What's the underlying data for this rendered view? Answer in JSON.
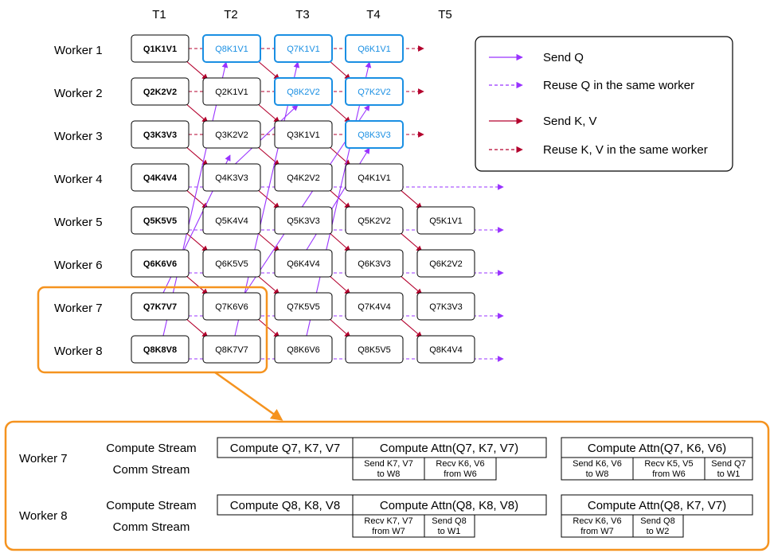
{
  "columns": [
    "T1",
    "T2",
    "T3",
    "T4",
    "T5"
  ],
  "workers": [
    "Worker 1",
    "Worker 2",
    "Worker 3",
    "Worker 4",
    "Worker 5",
    "Worker 6",
    "Worker 7",
    "Worker 8"
  ],
  "grid": [
    [
      "Q1K1V1",
      "Q8K1V1",
      "Q7K1V1",
      "Q6K1V1",
      ""
    ],
    [
      "Q2K2V2",
      "Q2K1V1",
      "Q8K2V2",
      "Q7K2V2",
      ""
    ],
    [
      "Q3K3V3",
      "Q3K2V2",
      "Q3K1V1",
      "Q8K3V3",
      ""
    ],
    [
      "Q4K4V4",
      "Q4K3V3",
      "Q4K2V2",
      "Q4K1V1",
      ""
    ],
    [
      "Q5K5V5",
      "Q5K4V4",
      "Q5K3V3",
      "Q5K2V2",
      "Q5K1V1"
    ],
    [
      "Q6K6V6",
      "Q6K5V5",
      "Q6K4V4",
      "Q6K3V3",
      "Q6K2V2"
    ],
    [
      "Q7K7V7",
      "Q7K6V6",
      "Q7K5V5",
      "Q7K4V4",
      "Q7K3V3"
    ],
    [
      "Q8K8V8",
      "Q8K7V7",
      "Q8K6V6",
      "Q8K5V5",
      "Q8K4V4"
    ]
  ],
  "colors": {
    "blue": "#1a8fe3",
    "purple": "#9933ff",
    "red": "#b3002d",
    "orange": "#f5931f"
  },
  "legend": {
    "send_q": "Send Q",
    "reuse_q": "Reuse Q in the same worker",
    "send_kv": "Send K, V",
    "reuse_kv": "Reuse K, V in the same worker"
  },
  "detail": {
    "worker7": {
      "label": "Worker 7",
      "compute_label": "Compute Stream",
      "comm_label": "Comm Stream",
      "compute": [
        "Compute Q7, K7, V7",
        "Compute Attn(Q7, K7, V7)",
        "Compute Attn(Q7, K6, V6)"
      ],
      "comm": [
        [
          "Send K7, V7",
          "to W8"
        ],
        [
          "Recv K6, V6",
          "from W6"
        ],
        [
          "Send K6, V6",
          "to W8"
        ],
        [
          "Recv K5, V5",
          "from W6"
        ],
        [
          "Send Q7",
          "to W1"
        ]
      ]
    },
    "worker8": {
      "label": "Worker 8",
      "compute_label": "Compute Stream",
      "comm_label": "Comm Stream",
      "compute": [
        "Compute Q8, K8, V8",
        "Compute Attn(Q8, K8, V8)",
        "Compute Attn(Q8, K7, V7)"
      ],
      "comm": [
        [
          "Recv K7, V7",
          "from W7"
        ],
        [
          "Send Q8",
          "to W1"
        ],
        [
          "Recv K6, V6",
          "from W7"
        ],
        [
          "Send Q8",
          "to W2"
        ]
      ]
    }
  }
}
